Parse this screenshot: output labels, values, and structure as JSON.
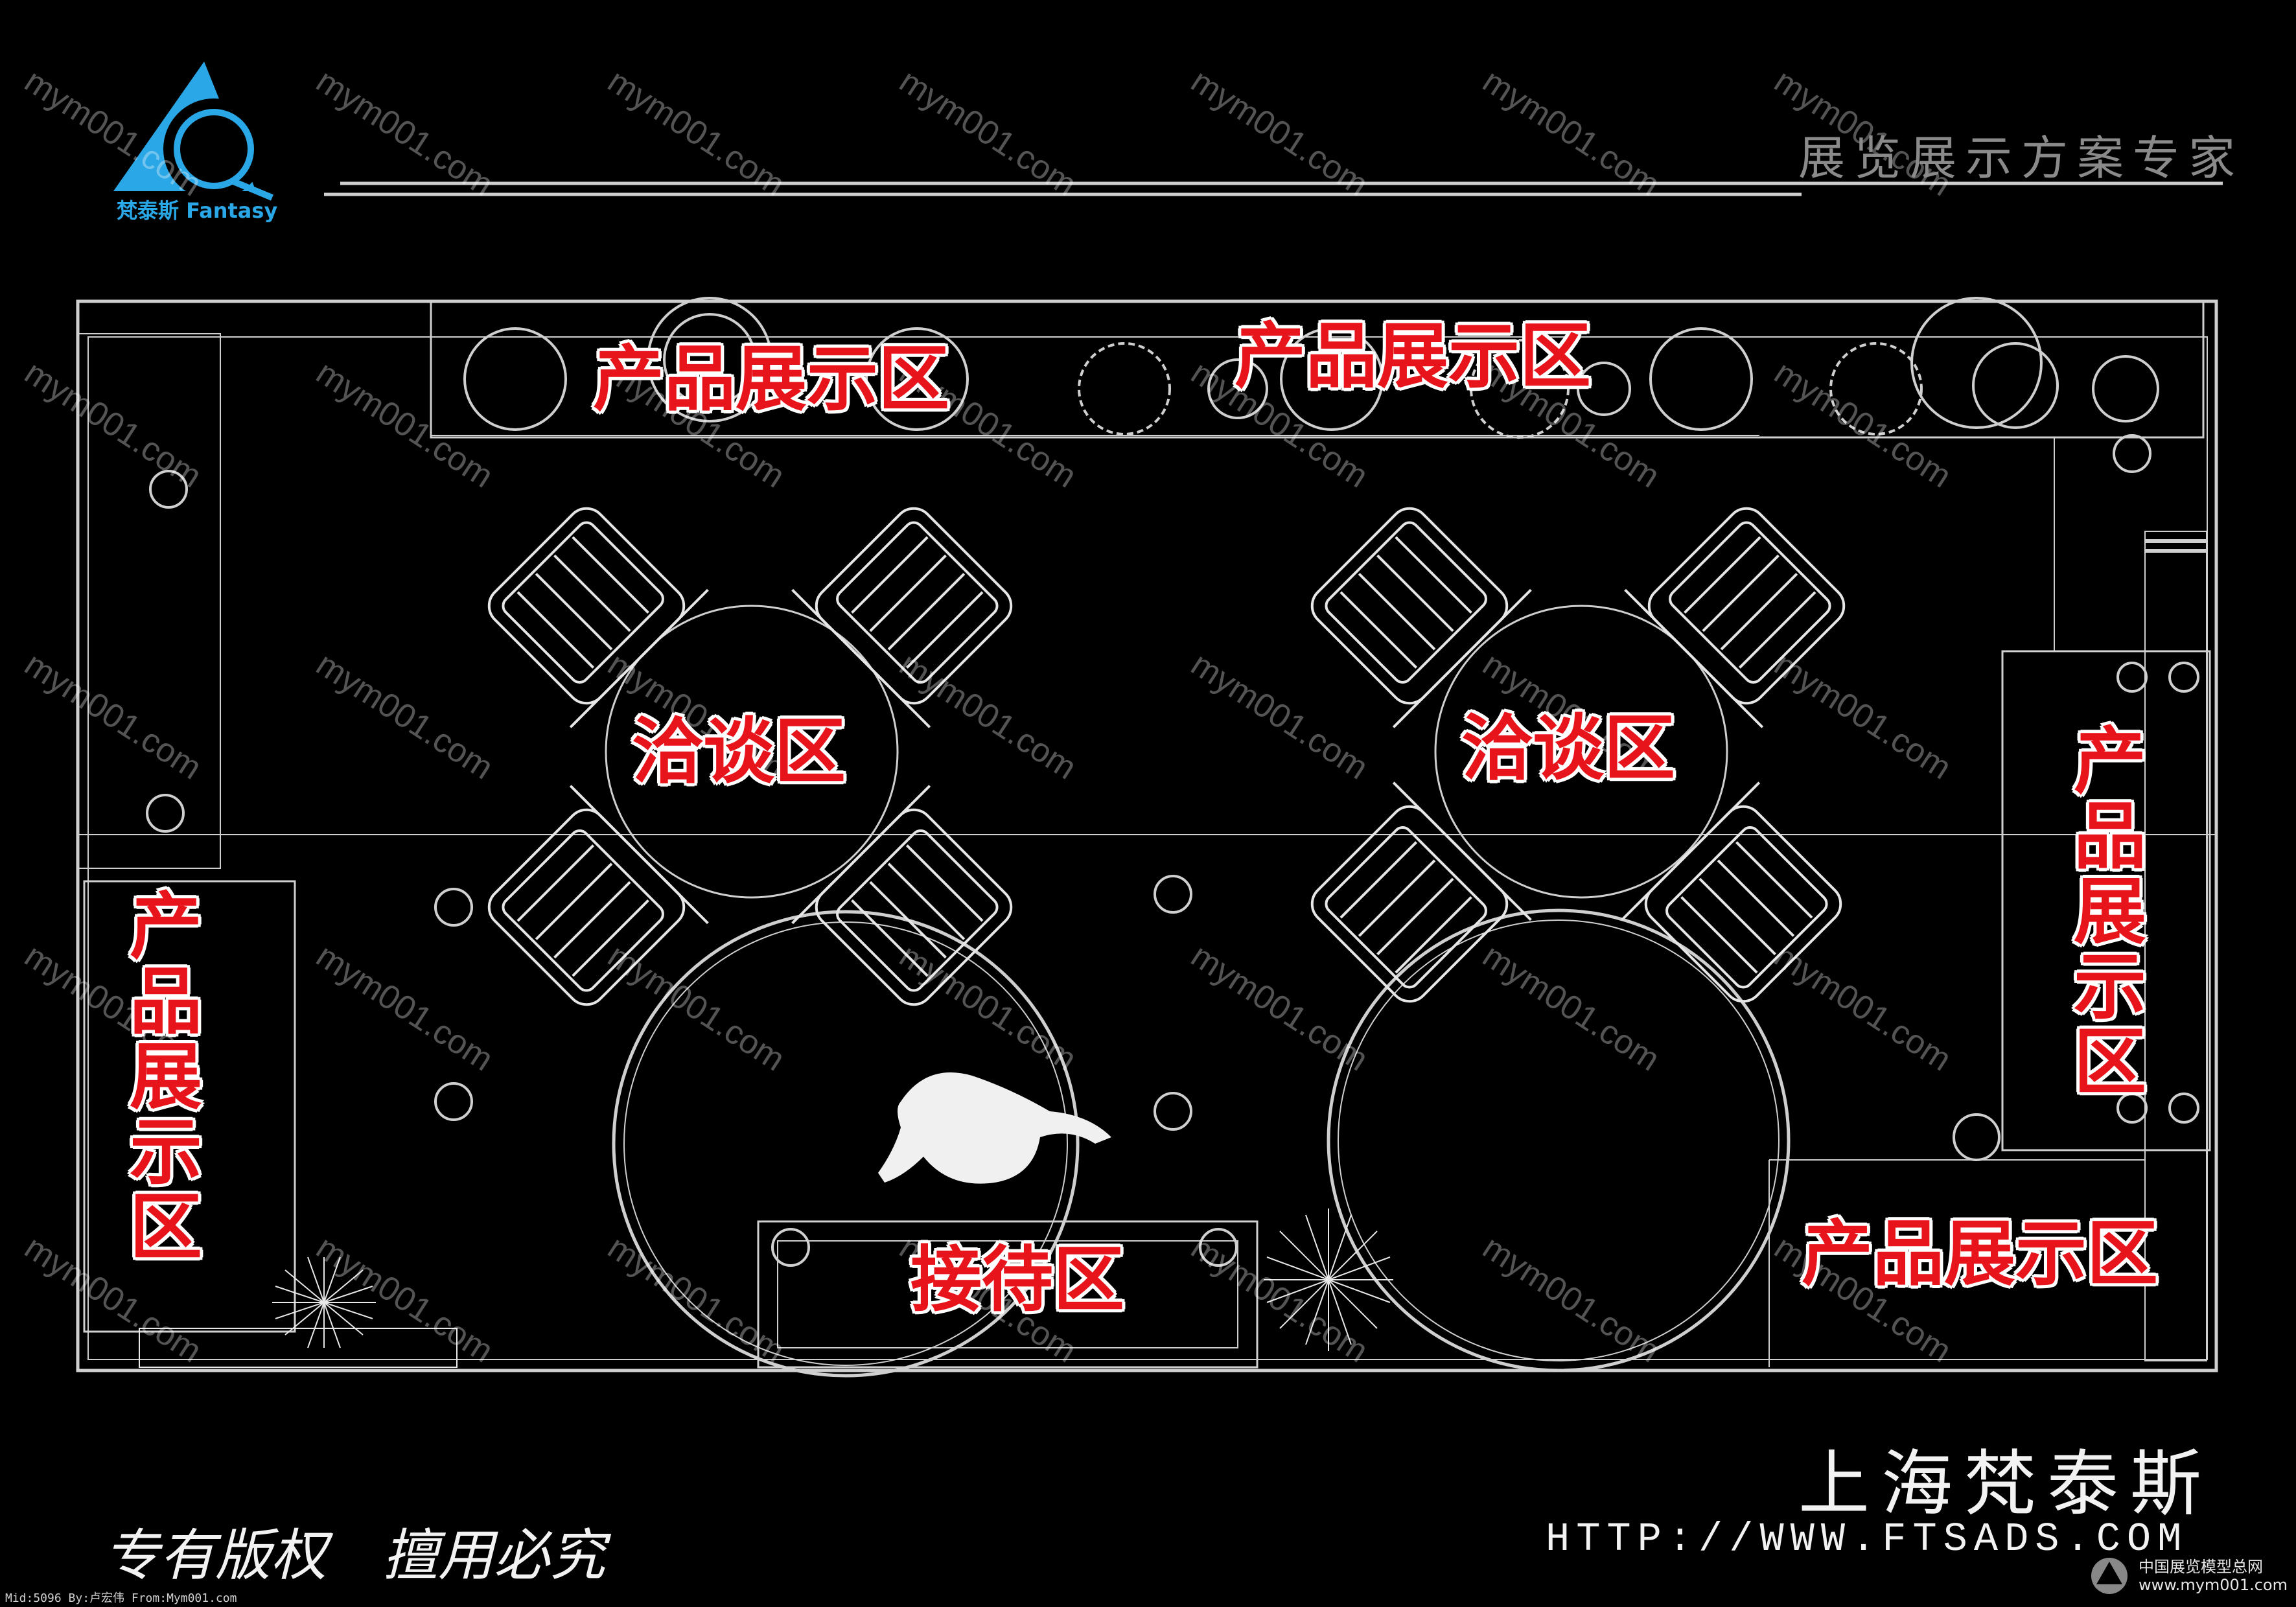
{
  "brand": {
    "logo_text": "梵泰斯 Fantasy",
    "slogan": "展览展示方案专家",
    "company": "上海梵泰斯",
    "url": "HTTP://WWW.FTSADS.COM",
    "copyright": "专有版权　擅用必究"
  },
  "zones": {
    "display_top_left": "产品展示区",
    "display_top_center": "产品展示区",
    "display_left": "产品展示区",
    "display_right": "产品展示区",
    "display_bottom_right": "产品展示区",
    "negotiation_left": "洽谈区",
    "negotiation_right": "洽谈区",
    "reception": "接待区"
  },
  "watermark": {
    "text": "mym001.com"
  },
  "footer": {
    "meta": "Mid:5096 By:卢宏伟 From:Mym001.com",
    "site_name": "中国展览模型总网",
    "site_url": "www.mym001.com"
  },
  "colors": {
    "background": "#000000",
    "label_red": "#e8141b",
    "logo_blue": "#2aa7e6",
    "line": "#cfcfcf"
  }
}
